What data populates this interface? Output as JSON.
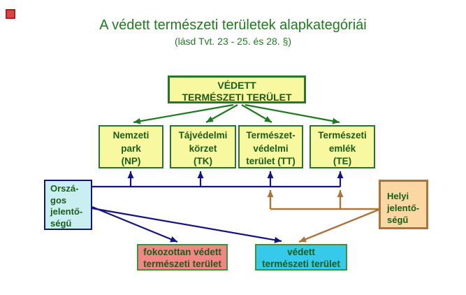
{
  "title": "A védett természeti területek alapkategóriái",
  "subtitle": "(lásd Tvt. 23 - 25. és 28. §)",
  "nodes": {
    "root": {
      "lines": [
        "VÉDETT",
        "TERMÉSZETI TERÜLET"
      ]
    },
    "category1": {
      "lines": [
        "Nemzeti",
        "park",
        "(NP)"
      ]
    },
    "category2": {
      "lines": [
        "Tájvédelmi",
        "körzet",
        "(TK)"
      ]
    },
    "category3": {
      "lines": [
        "Természet-",
        "védelmi",
        "terület (TT)"
      ]
    },
    "category4": {
      "lines": [
        "Természeti",
        "emlék",
        "(TE)"
      ]
    },
    "national": {
      "lines": [
        "Orszá-",
        "gos",
        "jelentő-",
        "ségű"
      ]
    },
    "local": {
      "lines": [
        "Helyi",
        "jelentő-",
        "ségű"
      ]
    },
    "strictly_protected": {
      "lines": [
        "fokozottan védett",
        "természeti terület"
      ]
    },
    "protected": {
      "lines": [
        "védett",
        "természeti terület"
      ]
    }
  },
  "colors": {
    "title_green": "#1e7b1e",
    "box_text_green": "#1a5c1a",
    "yellow_fill": "#f7f8a0",
    "green_border": "#27742a",
    "navy": "#14147c",
    "brown": "#a9743d",
    "national_fill": "#c9eff3",
    "local_fill": "#fbd7a3",
    "strict_fill": "#f28686",
    "protected_fill": "#36c9e9",
    "marker_red": "#d94444"
  }
}
